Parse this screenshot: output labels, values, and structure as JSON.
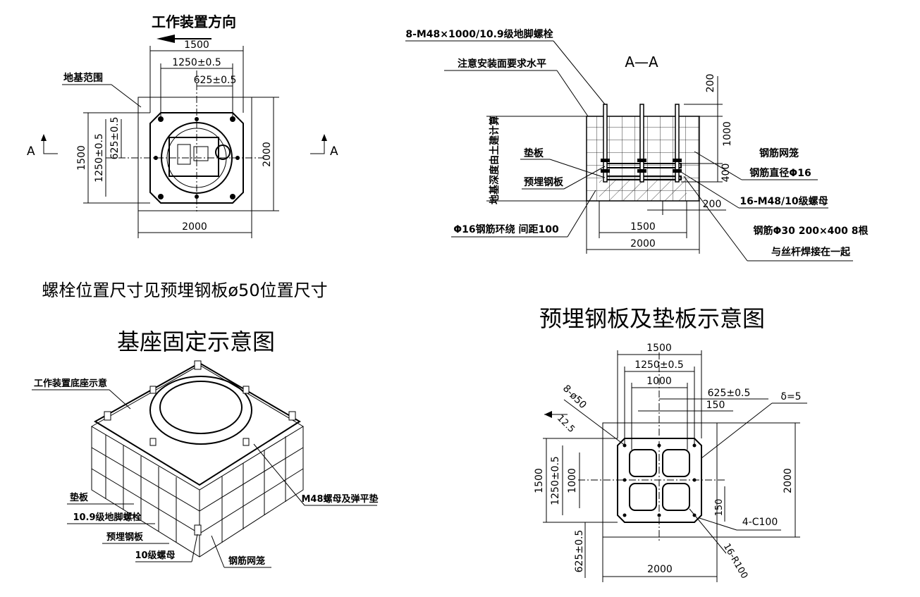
{
  "top_left": {
    "title": "工作装置方向",
    "dims": [
      "1500",
      "1250±0.5",
      "625±0.5",
      "2000",
      "1500",
      "1250±0.5",
      "625±0.5",
      "2000"
    ],
    "foundation_label": "地基范围",
    "section_left": "A",
    "section_right": "A"
  },
  "section_aa": {
    "title": "A—A",
    "bolt_label": "8-M48×1000/10.9级地脚螺栓",
    "level_note": "注意安装面要求水平",
    "depth_note": "地基深度由土建计算",
    "pad_label": "垫板",
    "plate_label": "预埋钢板",
    "cage_label": "钢筋网笼",
    "rebar_dia": "钢筋直径Φ16",
    "nut_label": "16-M48/10级螺母",
    "hoop_label": "Φ16钢筋环绕  间距100",
    "weld_label1": "钢筋Φ30  200×400  8根",
    "weld_label2": "与丝杆焊接在一起",
    "dims": [
      "200",
      "1000",
      "400",
      "200",
      "1500",
      "2000"
    ]
  },
  "bolt_note": "螺栓位置尺寸见预埋钢板ø50位置尺寸",
  "iso": {
    "title": "基座固定示意图",
    "base_label": "工作装置底座示意",
    "pad_label": "垫板",
    "bolt_label": "10.9级地脚螺栓",
    "plate_label": "预埋钢板",
    "nut_label": "10级螺母",
    "cage_label": "钢筋网笼",
    "washer_label": "M48螺母及弹平垫"
  },
  "plate_detail": {
    "title": "预埋钢板及垫板示意图",
    "dims_top": [
      "1500",
      "1250±0.5",
      "1000",
      "625±0.5",
      "150"
    ],
    "holes_label": "8-ø50",
    "offset_label": "12.5",
    "thickness": "δ=5",
    "dims_left": [
      "1500",
      "1250±0.5",
      "1000"
    ],
    "dim_150": "150",
    "dim_2000_right": "2000",
    "chamfer": "4-C100",
    "dim_625_bottom": "625±0.5",
    "dim_2000_bottom": "2000",
    "fillet": "16-R100"
  }
}
